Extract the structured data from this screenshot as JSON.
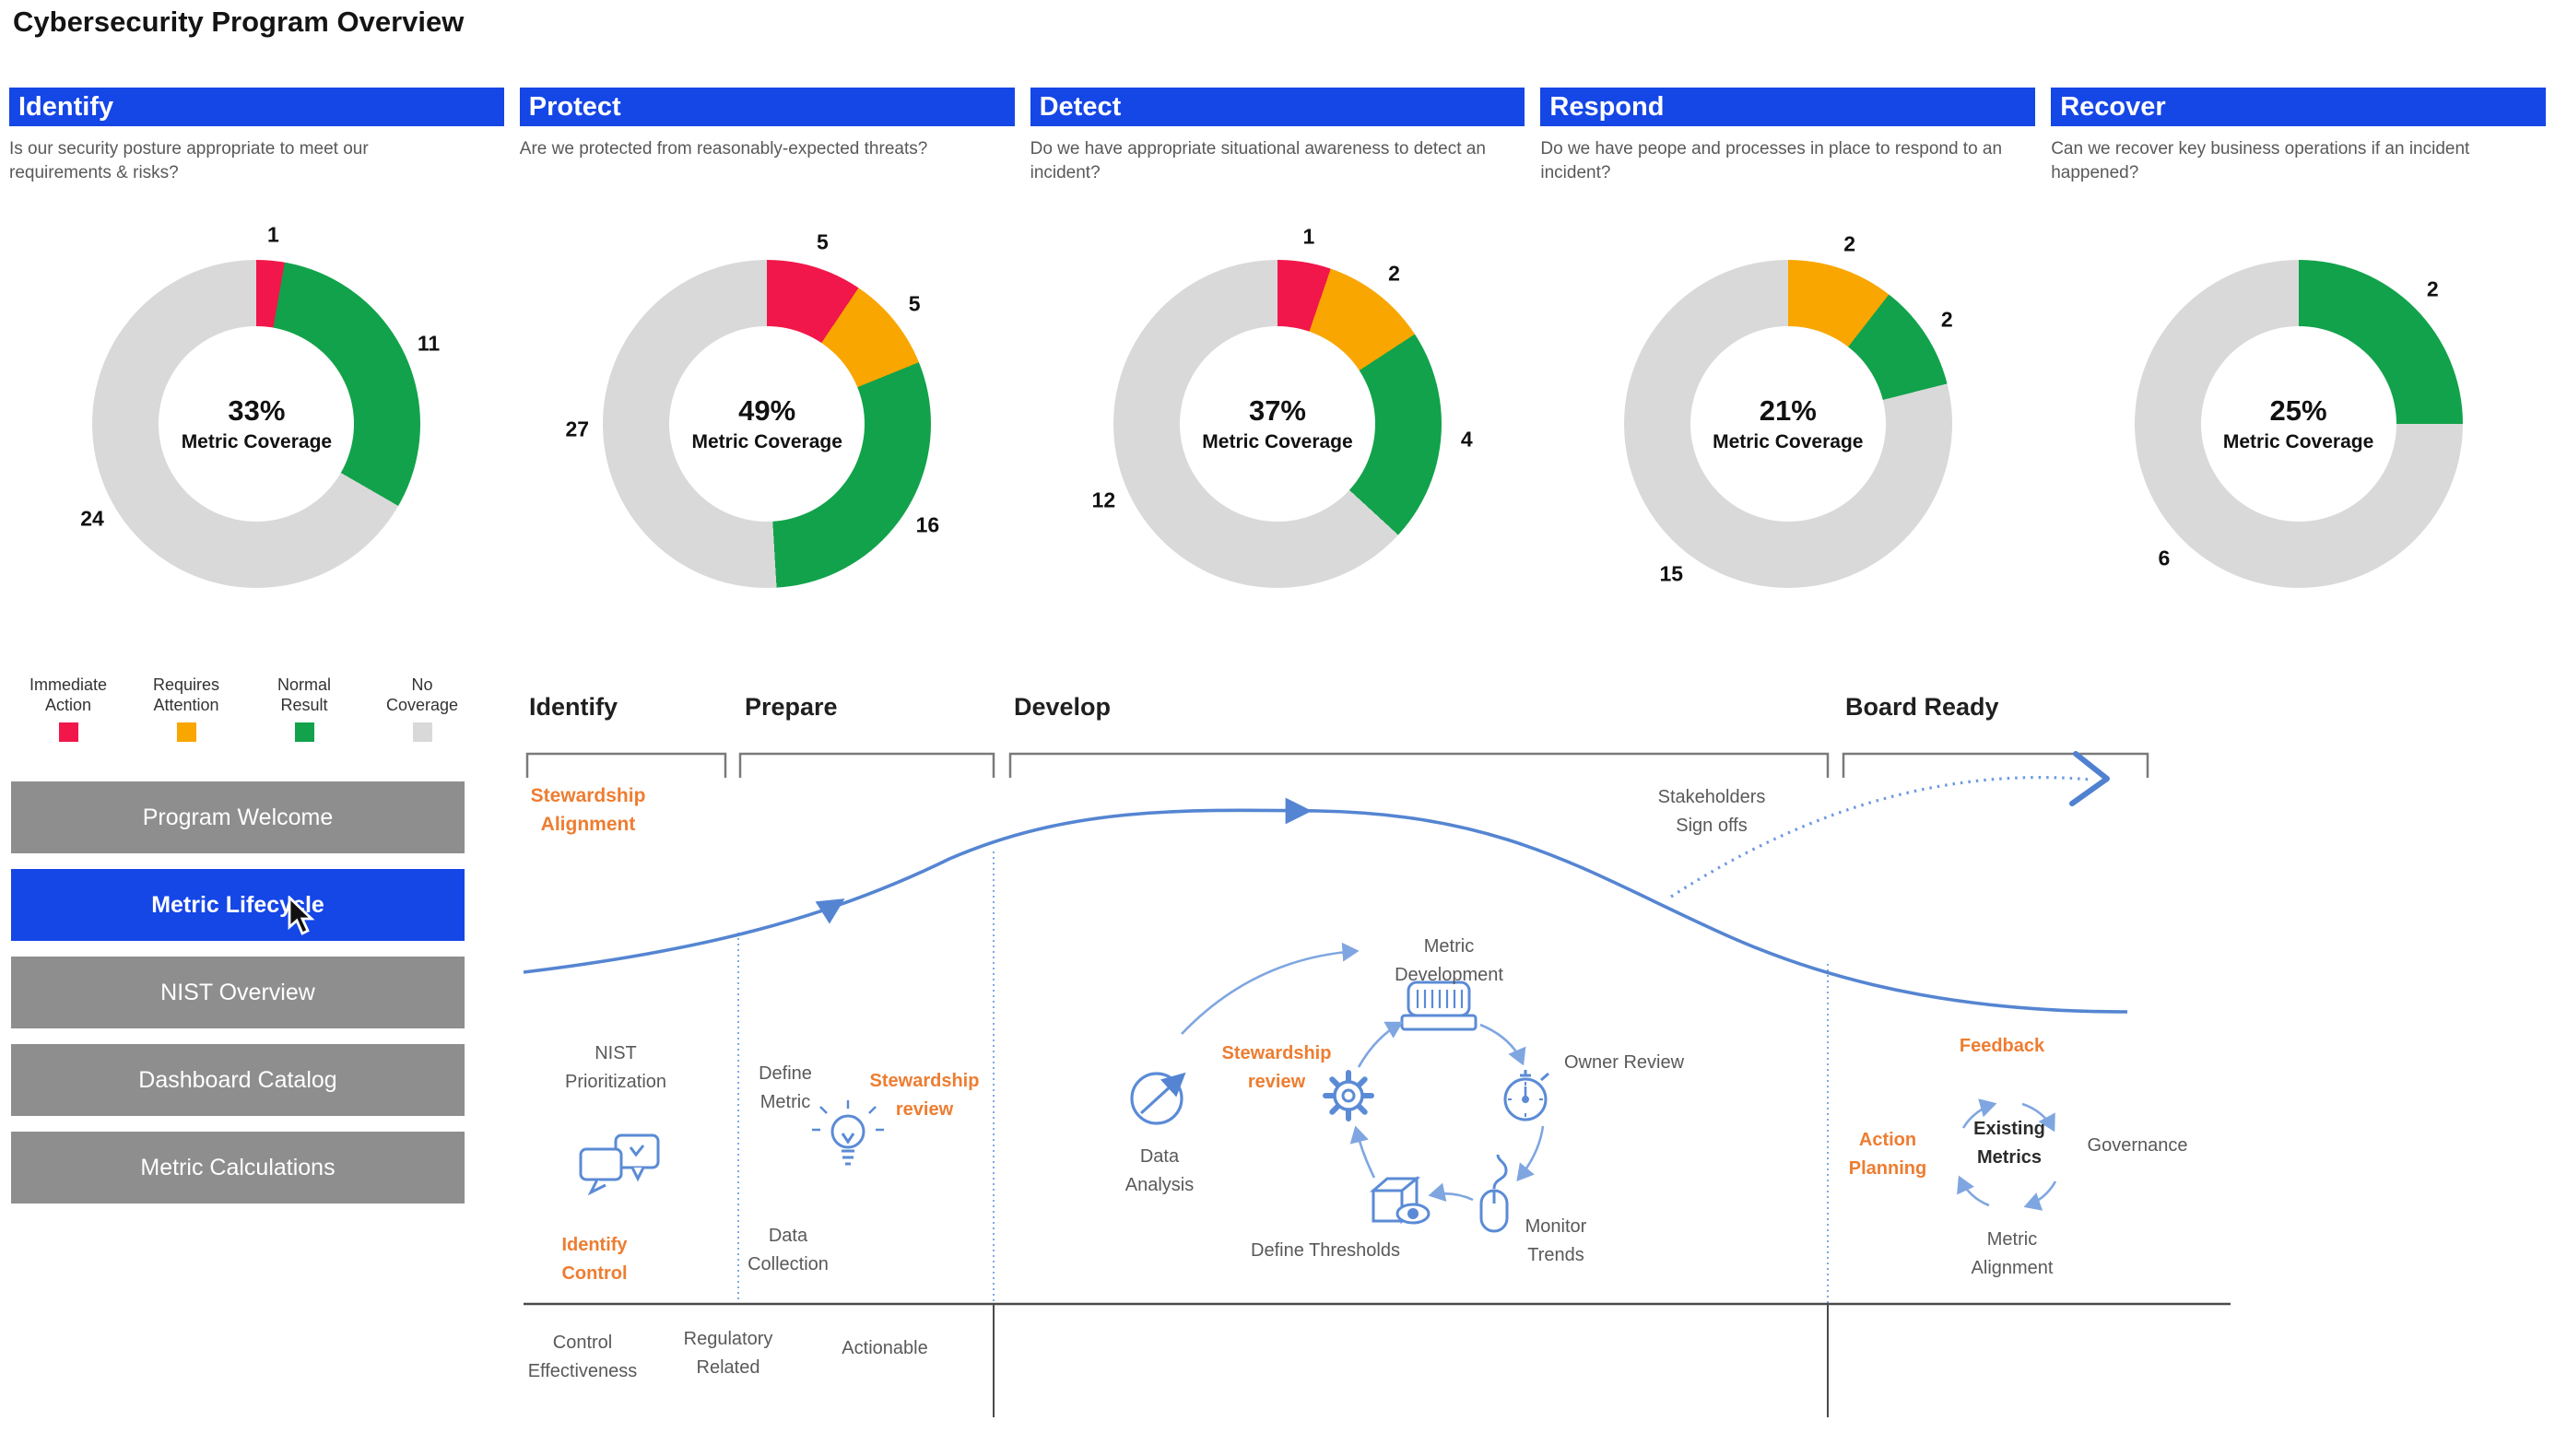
{
  "title": "Cybersecurity Program Overview",
  "colors": {
    "immediate_action": "#F1174B",
    "requires_attention": "#F9A600",
    "normal_result": "#12A24B",
    "no_coverage": "#D9D9D9"
  },
  "legend": {
    "items": [
      {
        "label": "Immediate\nAction",
        "status": "immediate_action"
      },
      {
        "label": "Requires\nAttention",
        "status": "requires_attention"
      },
      {
        "label": "Normal\nResult",
        "status": "normal_result"
      },
      {
        "label": "No\nCoverage",
        "status": "no_coverage"
      }
    ]
  },
  "panels": [
    {
      "header": "Identify",
      "question": "Is our security posture appropriate to meet our requirements & risks?",
      "donut": {
        "pct": "33%",
        "center_label": "Metric Coverage"
      }
    },
    {
      "header": "Protect",
      "question": "Are we protected from reasonably-expected threats?",
      "donut": {
        "pct": "49%",
        "center_label": "Metric Coverage"
      }
    },
    {
      "header": "Detect",
      "question": "Do we have appropriate situational awareness to detect an incident?",
      "donut": {
        "pct": "37%",
        "center_label": "Metric Coverage"
      }
    },
    {
      "header": "Respond",
      "question": "Do we have peope and processes in place to respond to an incident?",
      "donut": {
        "pct": "21%",
        "center_label": "Metric Coverage"
      }
    },
    {
      "header": "Recover",
      "question": "Can we recover key business operations if an incident happened?",
      "donut": {
        "pct": "25%",
        "center_label": "Metric Coverage"
      }
    }
  ],
  "chart_data": [
    {
      "type": "pie",
      "subtype": "donut",
      "title": "Identify",
      "center": "33% Metric Coverage",
      "labels": [
        "Immediate Action",
        "Normal Result",
        "No Coverage"
      ],
      "statuses": [
        "immediate_action",
        "normal_result",
        "no_coverage"
      ],
      "values": [
        1,
        11,
        24
      ]
    },
    {
      "type": "pie",
      "subtype": "donut",
      "title": "Protect",
      "center": "49% Metric Coverage",
      "labels": [
        "Immediate Action",
        "Requires Attention",
        "Normal Result",
        "No Coverage"
      ],
      "statuses": [
        "immediate_action",
        "requires_attention",
        "normal_result",
        "no_coverage"
      ],
      "values": [
        5,
        5,
        16,
        27
      ]
    },
    {
      "type": "pie",
      "subtype": "donut",
      "title": "Detect",
      "center": "37% Metric Coverage",
      "labels": [
        "Immediate Action",
        "Requires Attention",
        "Normal Result",
        "No Coverage"
      ],
      "statuses": [
        "immediate_action",
        "requires_attention",
        "normal_result",
        "no_coverage"
      ],
      "values": [
        1,
        2,
        4,
        12
      ]
    },
    {
      "type": "pie",
      "subtype": "donut",
      "title": "Respond",
      "center": "21% Metric Coverage",
      "labels": [
        "Requires Attention",
        "Normal Result",
        "No Coverage"
      ],
      "statuses": [
        "requires_attention",
        "normal_result",
        "no_coverage"
      ],
      "values": [
        2,
        2,
        15
      ]
    },
    {
      "type": "pie",
      "subtype": "donut",
      "title": "Recover",
      "center": "25% Metric Coverage",
      "labels": [
        "Normal Result",
        "No Coverage"
      ],
      "statuses": [
        "normal_result",
        "no_coverage"
      ],
      "values": [
        2,
        6
      ]
    }
  ],
  "sidebar": {
    "buttons": [
      {
        "label": "Program Welcome",
        "active": false
      },
      {
        "label": "Metric Lifecycle",
        "active": true
      },
      {
        "label": "NIST Overview",
        "active": false
      },
      {
        "label": "Dashboard Catalog",
        "active": false
      },
      {
        "label": "Metric Calculations",
        "active": false
      }
    ]
  },
  "diagram": {
    "phases": [
      {
        "label": "Identify"
      },
      {
        "label": "Prepare"
      },
      {
        "label": "Develop"
      },
      {
        "label": "Board Ready"
      }
    ],
    "labels": {
      "stewardship_alignment": "Stewardship\nAlignment",
      "nist_prioritization": "NIST\nPrioritization",
      "identify_control": "Identify\nControl",
      "define_metric": "Define\nMetric",
      "stewardship_review_prepare": "Stewardship\nreview",
      "data_collection": "Data\nCollection",
      "control_effectiveness": "Control\nEffectiveness",
      "regulatory_related": "Regulatory\nRelated",
      "actionable": "Actionable",
      "data_analysis": "Data\nAnalysis",
      "metric_development": "Metric\nDevelopment",
      "stewardship_review_develop": "Stewardship\nreview",
      "owner_review": "Owner Review",
      "monitor_trends": "Monitor\nTrends",
      "define_thresholds": "Define Thresholds",
      "stakeholders_signoffs": "Stakeholders\nSign offs",
      "feedback": "Feedback",
      "action_planning": "Action\nPlanning",
      "existing_metrics": "Existing\nMetrics",
      "governance": "Governance",
      "metric_alignment": "Metric\nAlignment"
    }
  }
}
